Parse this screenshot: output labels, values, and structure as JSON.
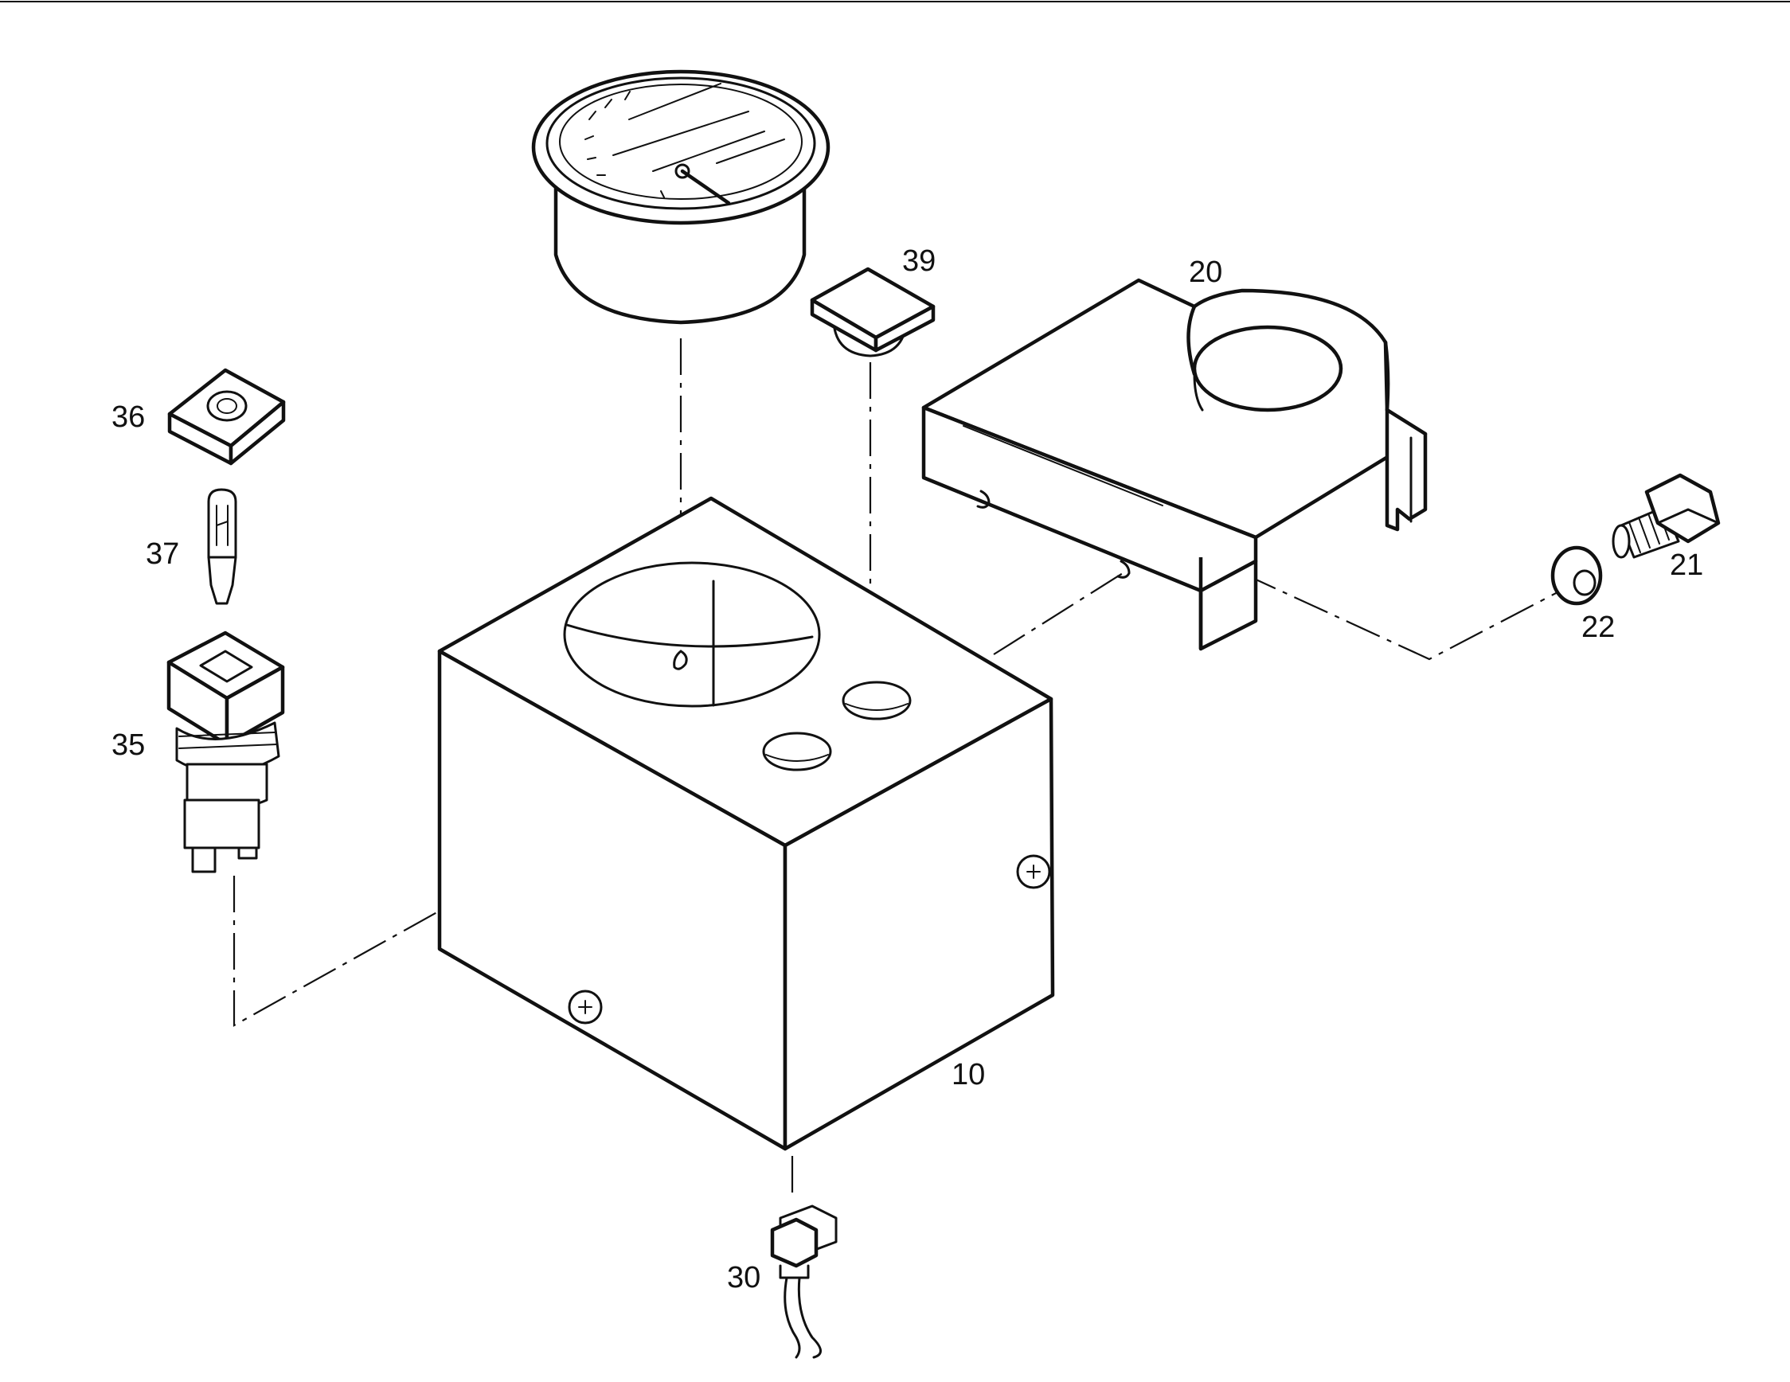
{
  "diagram": {
    "labels": {
      "p10": "10",
      "p20": "20",
      "p21": "21",
      "p22": "22",
      "p30": "30",
      "p35": "35",
      "p36": "36",
      "p37": "37",
      "p39": "39"
    },
    "colors": {
      "ink": "#111111",
      "paper": "#ffffff"
    }
  }
}
